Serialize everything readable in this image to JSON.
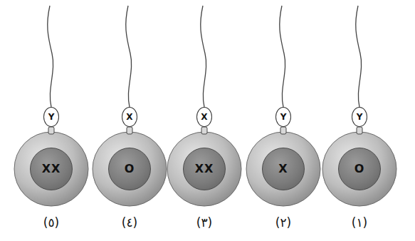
{
  "diagram": {
    "nodes": [
      {
        "text": [
          "Y"
        ]
      },
      {
        "text": [
          "O"
        ]
      },
      {
        "text": [
          "Y"
        ]
      },
      {
        "text": [
          "X"
        ]
      },
      {
        "text": [
          "X"
        ]
      },
      {
        "text": [
          "XX"
        ]
      },
      {
        "text": [
          "X"
        ]
      },
      {
        "text": [
          "O"
        ]
      },
      {
        "text": [
          "Y"
        ]
      },
      {
        "text": [
          "XX"
        ]
      }
    ],
    "labels": [
      "(١)",
      "(٢)",
      "(٣)",
      "(٤)",
      "(٥)"
    ]
  }
}
